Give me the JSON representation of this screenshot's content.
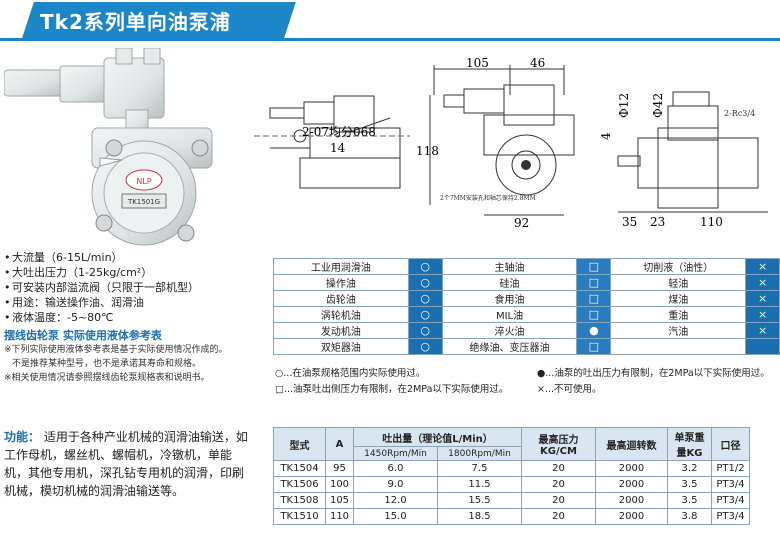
{
  "title": "Tk2系列单向油泵浦",
  "drawing": {
    "dim_105": "105",
    "dim_46": "46",
    "dim_118": "118",
    "dim_14": "14",
    "dim_92": "92",
    "dim_35": "35",
    "dim_23": "23",
    "dim_110": "110",
    "dim_4": "4",
    "dim_d12": "Φ12",
    "dim_d42": "Φ42",
    "hole_note": "2-07均分068",
    "rc_note": "2-Rc3/4",
    "mount_note": "2个7MM安装孔和轴芯保持2.8MM",
    "nameplate": "TK1501G"
  },
  "features": [
    "大流量（6-15L/min）",
    "大吐出压力（1-25kg/cm²）",
    "可安装内部溢流阀（只限于一部机型）",
    "用途：输送操作油、润滑油",
    "液体温度：-5~80℃"
  ],
  "note_title": "摆线齿轮泵 实际使用液体参考表",
  "notes": [
    "※下列实际使用液体参考表是基于实际使用情况作成的。",
    "不是推荐某种型号，也不是承诺其寿命和规格。",
    "※相关使用情况请参照摆线齿轮泵规格表和说明书。"
  ],
  "function": {
    "head": "功能：",
    "text": "适用于各种产业机械的润滑油输送，如工作母机，螺丝机、螺帽机，冷镦机，单能机，其他专用机，深孔钻专用机的润滑，印刷机械，模切机械的润滑油输送等。"
  },
  "oil_table": [
    [
      {
        "name": "工业用润滑油",
        "mark": "○"
      },
      {
        "name": "主轴油",
        "mark": "□"
      },
      {
        "name": "切削液（油性）",
        "mark": "×"
      }
    ],
    [
      {
        "name": "操作油",
        "mark": "○"
      },
      {
        "name": "硅油",
        "mark": "□"
      },
      {
        "name": "轻油",
        "mark": "×"
      }
    ],
    [
      {
        "name": "齿轮油",
        "mark": "○"
      },
      {
        "name": "食用油",
        "mark": "□"
      },
      {
        "name": "煤油",
        "mark": "×"
      }
    ],
    [
      {
        "name": "涡轮机油",
        "mark": "○"
      },
      {
        "name": "MIL油",
        "mark": "□"
      },
      {
        "name": "重油",
        "mark": "×"
      }
    ],
    [
      {
        "name": "发动机油",
        "mark": "○"
      },
      {
        "name": "淬火油",
        "mark": "●"
      },
      {
        "name": "汽油",
        "mark": "×"
      }
    ],
    [
      {
        "name": "双矩器油",
        "mark": "○"
      },
      {
        "name": "绝缘油、变压器油",
        "mark": "□"
      },
      {
        "name": "",
        "mark": ""
      }
    ]
  ],
  "legend": {
    "circle": "○...在油泵规格范围内实际使用过。",
    "dot": "●...油泵的吐出压力有限制，在2MPa以下实际使用过。",
    "square": "□...油泵吐出侧压力有限制，在2MPa以下实际使用过。",
    "cross": "×...不可使用。"
  },
  "spec_table": {
    "headers": {
      "model": "型式",
      "a": "A",
      "flow": "吐出量（理论值L/Min）",
      "flow_1450": "1450Rpm/Min",
      "flow_1800": "1800Rpm/Min",
      "pressure": "最高压力KG/CM",
      "speed": "最高迴转数",
      "weight": "单泵重量KG",
      "port": "口径"
    },
    "rows": [
      {
        "model": "TK1504",
        "a": "95",
        "f1450": "6.0",
        "f1800": "7.5",
        "pressure": "20",
        "speed": "2000",
        "weight": "3.2",
        "port": "PT1/2"
      },
      {
        "model": "TK1506",
        "a": "100",
        "f1450": "9.0",
        "f1800": "11.5",
        "pressure": "20",
        "speed": "2000",
        "weight": "3.5",
        "port": "PT3/4"
      },
      {
        "model": "TK1508",
        "a": "105",
        "f1450": "12.0",
        "f1800": "15.5",
        "pressure": "20",
        "speed": "2000",
        "weight": "3.5",
        "port": "PT3/4"
      },
      {
        "model": "TK1510",
        "a": "110",
        "f1450": "15.0",
        "f1800": "18.5",
        "pressure": "20",
        "speed": "2000",
        "weight": "3.8",
        "port": "PT3/4"
      }
    ]
  },
  "colors": {
    "accent": "#1c86c9",
    "mark_bg": "#1a6fb3",
    "header_bg": "#d9e6f2"
  }
}
